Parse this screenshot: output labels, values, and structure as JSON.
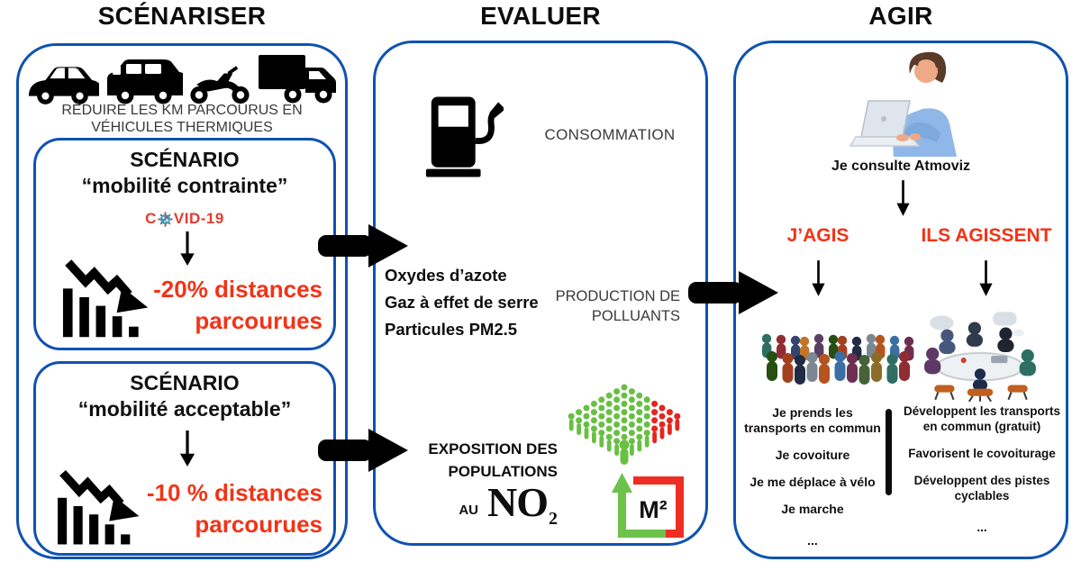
{
  "headers": {
    "scenariser": "SCÉNARISER",
    "evaluer": "EVALUER",
    "agir": "AGIR"
  },
  "colors": {
    "border_blue": "#0f52b0",
    "accent_red": "#f23317",
    "covid_red": "#e23b31",
    "text_black": "#0d0d0d",
    "text_gray": "#3a3a3a",
    "crowd_green": "#68c043",
    "crowd_red": "#e5261d",
    "virus_teal": "#4c93b0",
    "crowd_palette": [
      "#2e6e63",
      "#8f2d33",
      "#31456e",
      "#c2762a",
      "#5b3f63",
      "#274e13",
      "#a43f1e",
      "#1f2c44",
      "#7b8894",
      "#b5541f",
      "#3b6ea5",
      "#6d2f4f",
      "#46623a",
      "#8d6b28"
    ]
  },
  "scenariser": {
    "vehicles_caption": {
      "line1": "RÉDUIRE LES KM PARCOURUS EN",
      "line2": "VÉHICULES THERMIQUES"
    },
    "scenario_constrained": {
      "title": "SCÉNARIO",
      "subtitle": "“mobilité contrainte”",
      "covid_prefix": "C",
      "covid_suffix": "VID-19",
      "result_line1": "-20% distances",
      "result_line2": "parcourues"
    },
    "scenario_acceptable": {
      "title": "SCÉNARIO",
      "subtitle": "“mobilité acceptable”",
      "result_line1": "-10 % distances",
      "result_line2": "parcourues"
    }
  },
  "evaluer": {
    "consumption_label": "CONSOMMATION",
    "pollutants": [
      "Oxydes d’azote",
      "Gaz à effet de serre",
      "Particules PM2.5"
    ],
    "production_label": {
      "line1": "PRODUCTION DE",
      "line2": "POLLUANTS"
    },
    "exposure": {
      "line1": "EXPOSITION DES",
      "line2": "POPULATIONS",
      "prefix": "AU",
      "molecule": "NO",
      "subscript": "2"
    },
    "m2_label": "M²"
  },
  "agir": {
    "consult_label": "Je consulte Atmoviz",
    "i_act_heading": "J’AGIS",
    "they_act_heading": "ILS AGISSENT",
    "i_act_items": [
      "Je prends les transports en commun",
      "Je covoiture",
      "Je me déplace à vélo",
      "Je marche",
      "..."
    ],
    "they_act_items": [
      "Développent les transports en commun (gratuit)",
      "Favorisent le covoiturage",
      "Développent des pistes cyclables",
      "..."
    ]
  }
}
